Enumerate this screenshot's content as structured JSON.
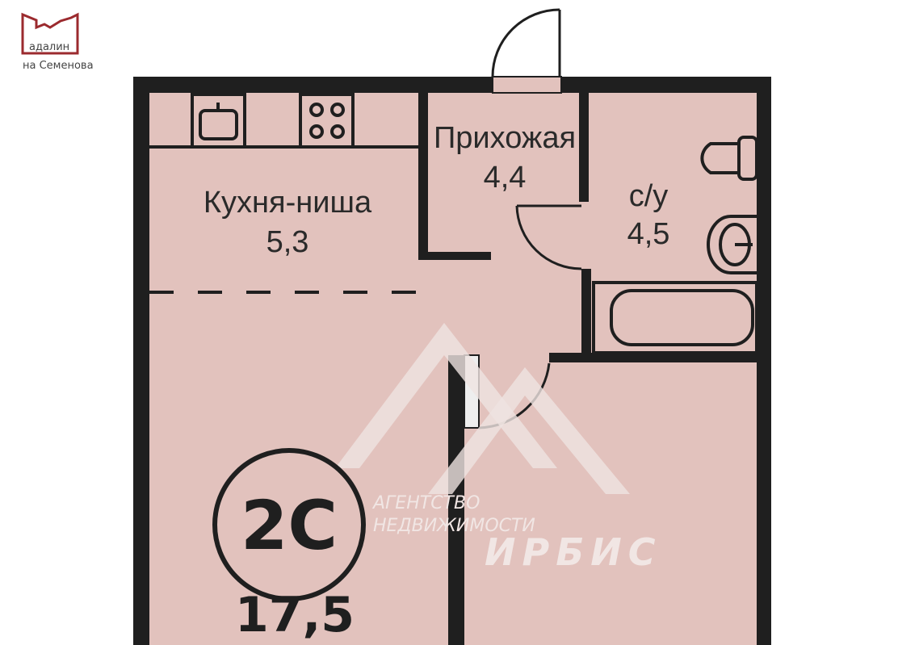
{
  "logo": {
    "line1": "адалин",
    "line2": "на Семенова"
  },
  "rooms": {
    "kitchen": {
      "name": "Кухня-ниша",
      "area": "5,3"
    },
    "hall": {
      "name": "Прихожая",
      "area": "4,4"
    },
    "bathroom": {
      "name": "с/у",
      "area": "4,5"
    },
    "living": {
      "area": "17,5"
    }
  },
  "apartment_type": "2С",
  "watermark": {
    "line1": "АГЕНТСТВО",
    "line2": "НЕДВИЖИМОСТИ",
    "brand": "ИРБИС"
  },
  "colors": {
    "floor": "#e2c2bd",
    "wall": "#1f1f1f",
    "logo": "#9b2a2e"
  }
}
